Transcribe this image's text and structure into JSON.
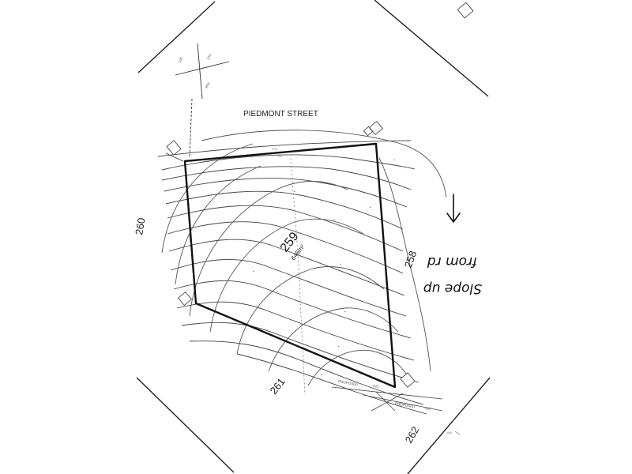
{
  "street": {
    "name": "PIEDMONT STREET"
  },
  "lots": {
    "main": {
      "number": "259",
      "area": "645m²"
    },
    "right": "258",
    "bottom": "261",
    "bottom_right": "262",
    "left_partial": "260",
    "top_left_a": "135",
    "top_left_b": "134",
    "top_left_c": "894"
  },
  "annotations": {
    "proposed": "PROPOSED",
    "int": "INT",
    "handwritten_line1": "Slope up",
    "handwritten_line2": "from rd"
  }
}
